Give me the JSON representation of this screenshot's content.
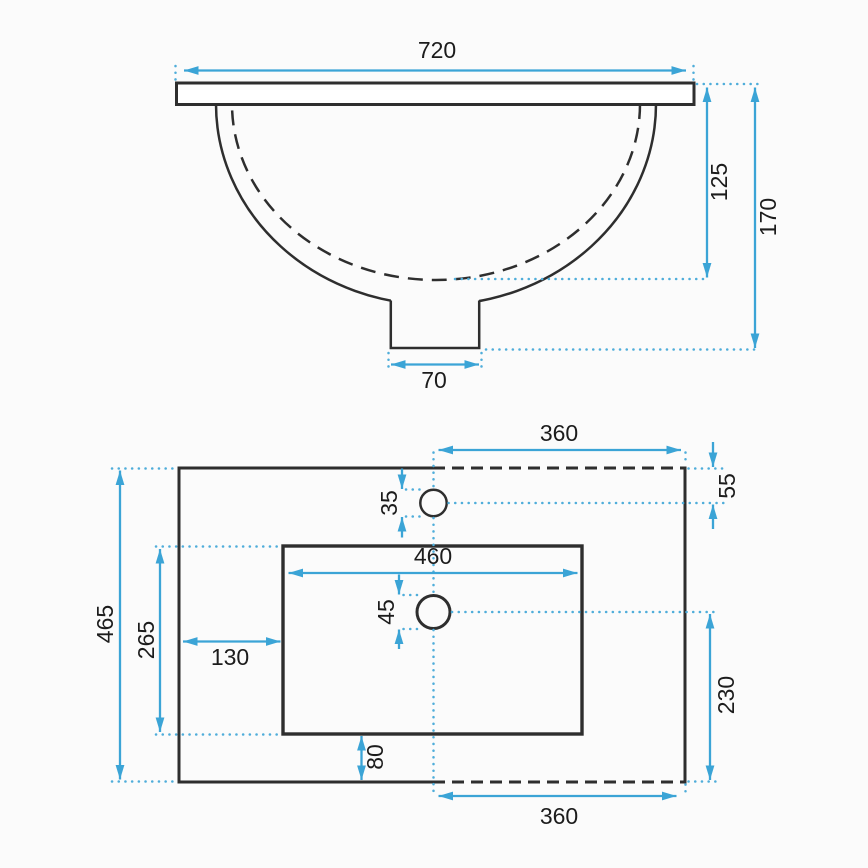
{
  "drawing": {
    "type": "technical-dimension-drawing",
    "subject": "vanity basin with countertop, two orthographic views"
  },
  "colors": {
    "dimension_blue": "#3ba4d6",
    "dotted_blue": "#4fadda",
    "line_ink": "#2e2e2e",
    "text": "#1c1c1c",
    "background": "#fbfbfb"
  },
  "front_view": {
    "name": "front-section-view",
    "dims": {
      "overall_width": "720",
      "basin_inner_depth": "125",
      "overall_depth": "170",
      "drain_width": "70"
    }
  },
  "plan_view": {
    "name": "plan-view",
    "dims": {
      "tap_hole_to_right_edge": "360",
      "tap_hole_center_from_top": "55",
      "tap_hole_diameter": "35",
      "cutout_width": "460",
      "drain_hole_diameter": "45",
      "cutout_from_left": "130",
      "cutout_depth": "265",
      "overall_depth": "465",
      "drain_center_to_bottom": "230",
      "cutout_to_bottom": "80",
      "drain_hole_to_right_edge": "360"
    }
  }
}
